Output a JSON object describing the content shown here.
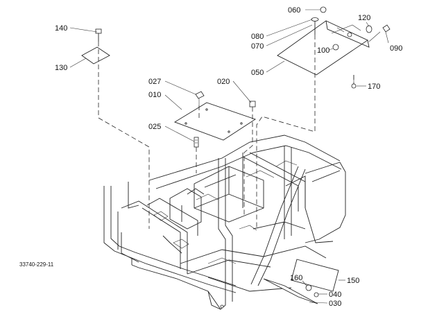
{
  "diagram": {
    "reference_number": "33740-229-11",
    "part_labels": [
      {
        "id": "p010",
        "text": "010"
      },
      {
        "id": "p020",
        "text": "020"
      },
      {
        "id": "p025",
        "text": "025"
      },
      {
        "id": "p027",
        "text": "027"
      },
      {
        "id": "p030",
        "text": "030"
      },
      {
        "id": "p040",
        "text": "040"
      },
      {
        "id": "p050",
        "text": "050"
      },
      {
        "id": "p060",
        "text": "060"
      },
      {
        "id": "p070",
        "text": "070"
      },
      {
        "id": "p080",
        "text": "080"
      },
      {
        "id": "p090",
        "text": "090"
      },
      {
        "id": "p100",
        "text": "100"
      },
      {
        "id": "p120",
        "text": "120"
      },
      {
        "id": "p130",
        "text": "130"
      },
      {
        "id": "p140",
        "text": "140"
      },
      {
        "id": "p150",
        "text": "150"
      },
      {
        "id": "p160",
        "text": "160"
      },
      {
        "id": "p170",
        "text": "170"
      }
    ]
  }
}
